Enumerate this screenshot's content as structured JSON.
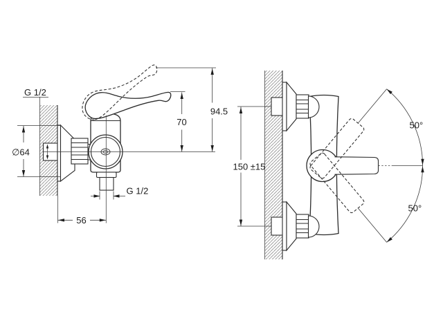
{
  "side_view": {
    "top_thread_label": "G 1/2",
    "escutcheon_diameter_label": "∅64",
    "outlet_thread_label": "G 1/2",
    "wall_to_outlet_label": "56",
    "lever_height_label": "70",
    "lever_raised_height_label": "94.5"
  },
  "front_view": {
    "connection_spacing_label": "150 ±15",
    "lever_swing_up_label": "50°",
    "lever_swing_down_label": "50°"
  }
}
